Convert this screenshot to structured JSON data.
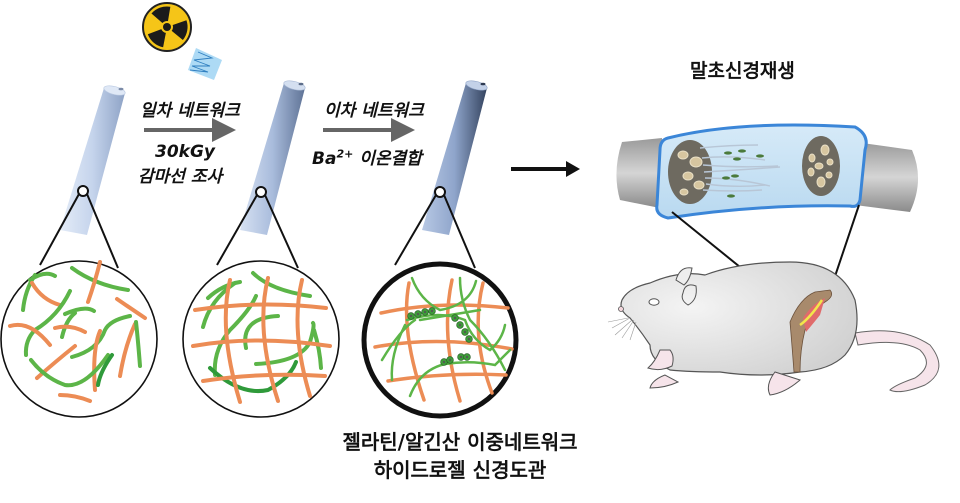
{
  "steps": {
    "step1": {
      "label": "일차 네트워크",
      "condition_line1": "30kGy",
      "condition_line2": "감마선 조사"
    },
    "step2": {
      "label": "이차 네트워크",
      "condition_prefix": "Ba",
      "condition_superscript": "2+",
      "condition_suffix": "이온결합"
    }
  },
  "right_panel": {
    "title": "말초신경재생"
  },
  "caption": {
    "line1": "젤라틴/알긴산 이중네트워크",
    "line2": "하이드로젤 신경도관"
  },
  "icons": {
    "radiation": "radiation-hazard-icon",
    "gamma_beam": "gamma-ray-beam-icon",
    "arrow": "right-arrow-icon"
  },
  "colors": {
    "tube_light": "#c9d8ee",
    "tube_dark": "#6c80a3",
    "fiber_orange": "#ec8c55",
    "fiber_green": "#5cb548",
    "crosslink_green": "#3e9a3a",
    "conduit_blue": "#3b86d8",
    "radiation_yellow": "#f5c518",
    "rat_gray": "#dcdcdc"
  }
}
